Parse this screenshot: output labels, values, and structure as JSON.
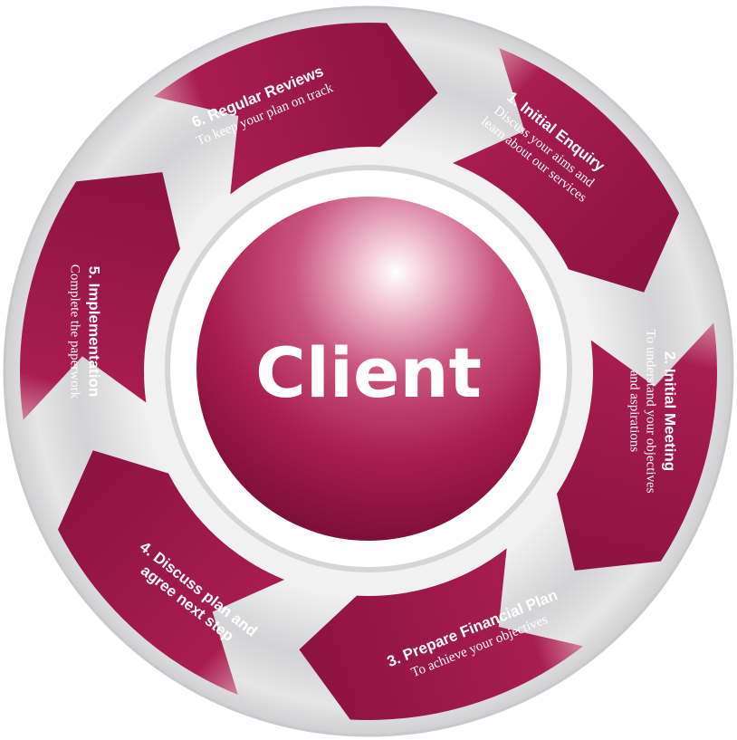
{
  "center": {
    "label": "Client"
  },
  "colors": {
    "segment": "#a81d4e",
    "segment_dark": "#8c1340",
    "segment_light": "#e3a7bb",
    "ring": "#dcdcdd",
    "ring_inner": "#ffffff"
  },
  "steps": [
    {
      "title": "1. Initial Enquiry",
      "desc_lines": [
        "Discuss your aims and",
        "learn about our services"
      ]
    },
    {
      "title": "2. Initial Meeting",
      "desc_lines": [
        "To understand your objectives",
        "and aspirations"
      ]
    },
    {
      "title": "3. Prepare Financial Plan",
      "desc_lines": [
        "To achieve your objectives"
      ]
    },
    {
      "title_lines": [
        "4. Discuss plan and",
        "agree next step"
      ],
      "desc_lines": []
    },
    {
      "title": "5. Implementation",
      "desc_lines": [
        "Complete the paperwork"
      ]
    },
    {
      "title": "6. Regular Reviews",
      "desc_lines": [
        "To keep your plan on track"
      ]
    }
  ]
}
